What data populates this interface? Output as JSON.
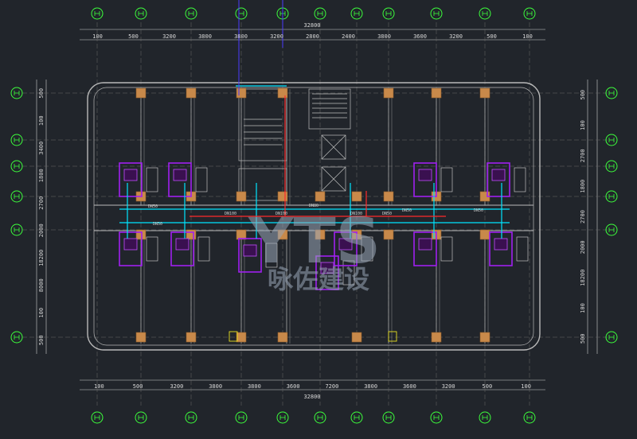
{
  "top_dimensions": [
    "100",
    "500",
    "3200",
    "3800",
    "3800",
    "3200",
    "2800",
    "2400",
    "3800",
    "3600",
    "3200",
    "500",
    "100"
  ],
  "bottom_dimensions": [
    "100",
    "500",
    "3200",
    "3800",
    "3800",
    "3600",
    "7200",
    "3800",
    "3600",
    "3200",
    "500",
    "100"
  ],
  "overall_dimension": "32800",
  "left_dimensions": [
    "500",
    "100",
    "3400",
    "1800",
    "2700",
    "2000",
    "18200",
    "8000",
    "100",
    "500"
  ],
  "right_dimensions": [
    "500",
    "100",
    "2700",
    "1800",
    "2700",
    "2000",
    "18200",
    "100",
    "500"
  ],
  "pipe_labels": [
    "DN50",
    "DN50",
    "DN100",
    "DN100",
    "DN100",
    "DN50",
    "DN50",
    "DN80",
    "DN50"
  ],
  "watermark": [
    "YTS",
    "咏佐建设"
  ],
  "colors": {
    "background": "#21252b",
    "wall": "#b9b9b9",
    "column": "#c8894a",
    "axis_bubble": "#3cff3c",
    "water_supply": "#00e5ff",
    "hot_water": "#ff2a2a",
    "fixture": "#a020f0",
    "riser": "#4a3cff",
    "dimension": "#d8d8d8"
  }
}
